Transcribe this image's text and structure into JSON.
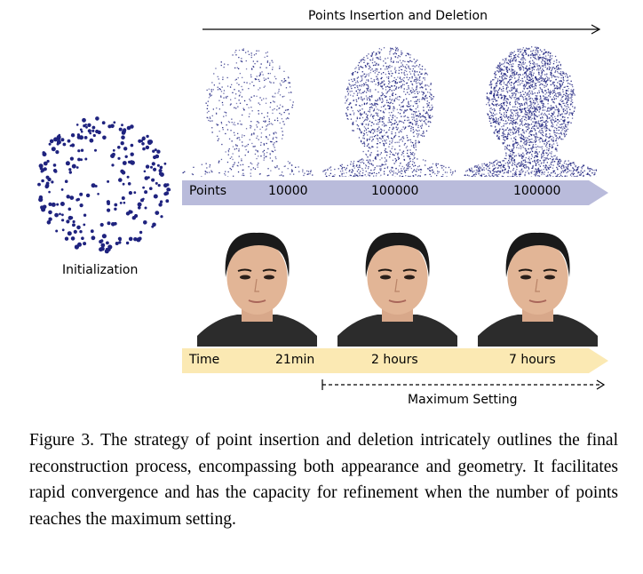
{
  "figure": {
    "top_label": "Points Insertion and Deletion",
    "init_label": "Initialization",
    "points_band": {
      "label": "Points",
      "values": [
        "10000",
        "100000",
        "100000"
      ],
      "color": "#b9bbdb"
    },
    "time_band": {
      "label": "Time",
      "values": [
        "21min",
        "2 hours",
        "7 hours"
      ],
      "color": "#fbe9b3"
    },
    "max_label": "Maximum Setting",
    "point_color": "#1f237f"
  },
  "caption": {
    "text": "Figure 3.  The strategy of point insertion and deletion intricately outlines the final reconstruction process, encompassing both ap­pearance and geometry.  It facilitates rapid convergence and has the capacity for refinement when the number of points reaches the maximum setting."
  }
}
